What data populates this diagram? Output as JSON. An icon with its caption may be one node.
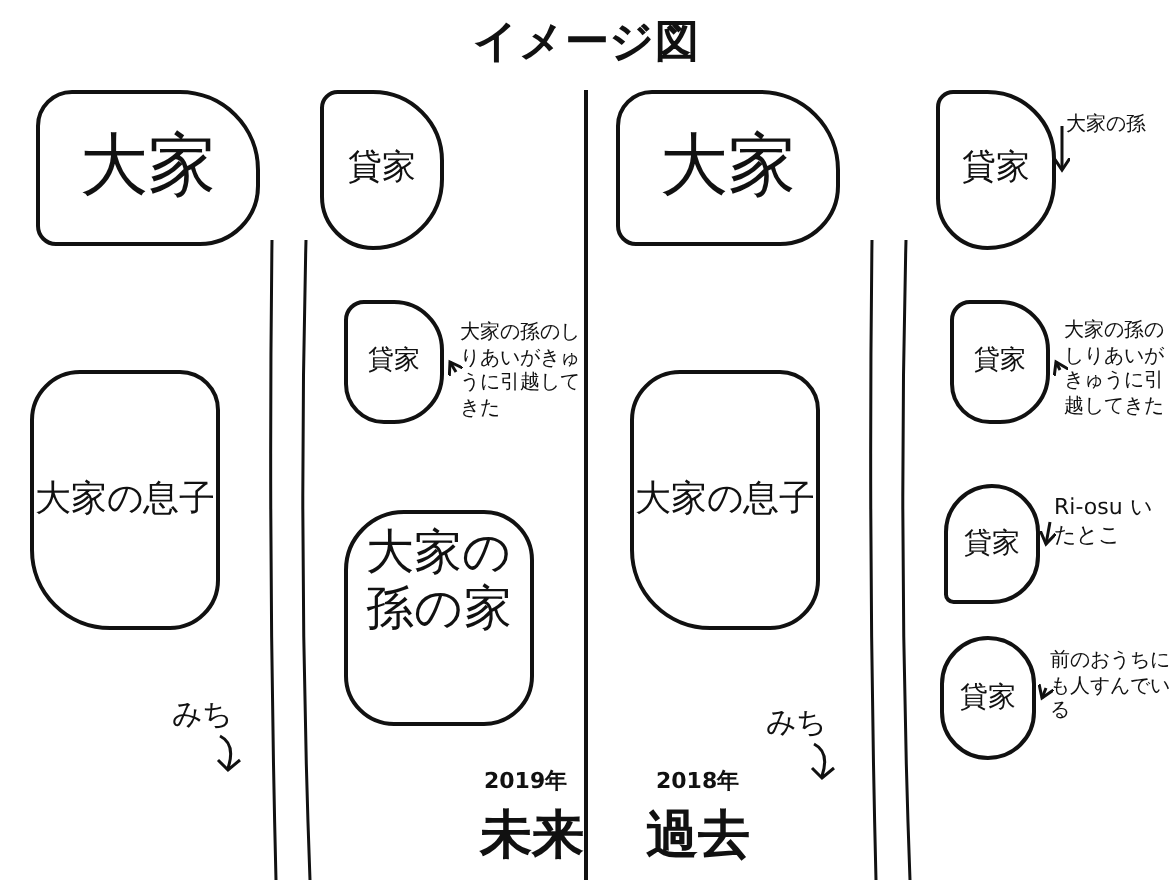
{
  "diagram": {
    "title": "イメージ図",
    "nodes": [
      {
        "text": [
          "大家"
        ]
      },
      {
        "text": [
          "貸家"
        ]
      },
      {
        "text": [
          "貸家"
        ]
      },
      {
        "text": [
          "大家の孫のしりあいがきゅうに引越してきた"
        ]
      },
      {
        "text": [
          "大家の息子"
        ]
      },
      {
        "text": [
          "大家の孫の家"
        ]
      },
      {
        "text": [
          "大家"
        ]
      },
      {
        "text": [
          "貸家"
        ]
      },
      {
        "text": [
          "大家の孫"
        ]
      },
      {
        "text": [
          "貸家"
        ]
      },
      {
        "text": [
          "大家の孫のしりあいがきゅうに引越してきた"
        ]
      },
      {
        "text": [
          "大家の息子"
        ]
      },
      {
        "text": [
          "貸家"
        ]
      },
      {
        "text": [
          "Ri-osu いたとこ"
        ]
      },
      {
        "text": [
          "貸家"
        ]
      },
      {
        "text": [
          "前のおうちにも人すんでいる"
        ]
      }
    ],
    "edges": [
      {
        "from": 3,
        "to": 2,
        "arrow": "to"
      },
      {
        "from": 8,
        "to": 7,
        "arrow": "to"
      },
      {
        "from": 10,
        "to": 9,
        "arrow": "to"
      },
      {
        "from": 13,
        "to": 12,
        "arrow": "to"
      },
      {
        "from": 15,
        "to": 14,
        "arrow": "to"
      }
    ],
    "labels": [
      "みち",
      "2019年",
      "未来",
      "2018年",
      "過去",
      "みち"
    ]
  }
}
